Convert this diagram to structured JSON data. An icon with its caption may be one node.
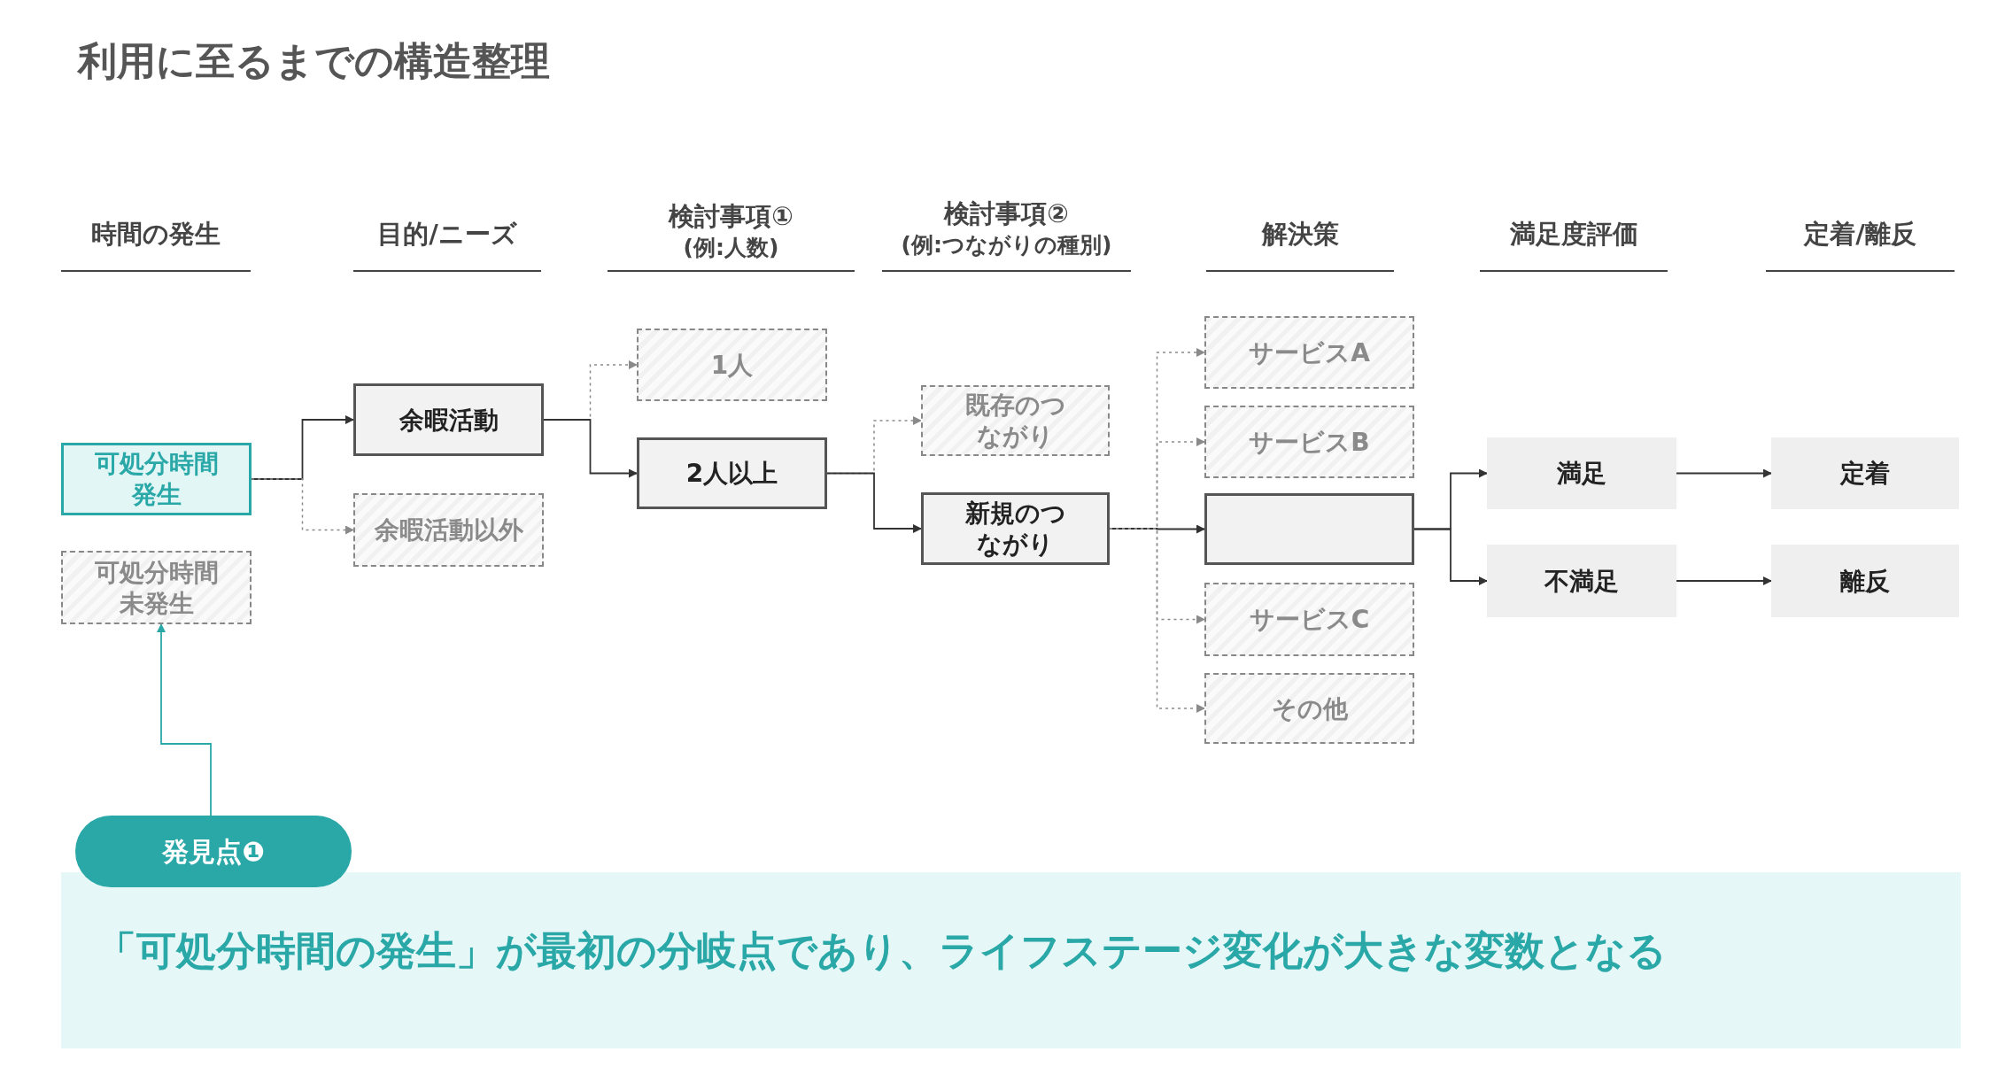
{
  "diagram": {
    "title": "利用に至るまでの構造整理",
    "nodes": [
      {
        "text": [
          "可処分時間発生"
        ]
      },
      {
        "text": [
          "可処分時間未発生"
        ]
      },
      {
        "text": [
          "余暇活動"
        ]
      },
      {
        "text": [
          "余暇活動以外"
        ]
      },
      {
        "text": [
          "1人"
        ]
      },
      {
        "text": [
          "2人以上"
        ]
      },
      {
        "text": [
          "既存のつながり"
        ]
      },
      {
        "text": [
          "新規のつながり"
        ]
      },
      {
        "text": [
          "サービスA"
        ]
      },
      {
        "text": [
          "サービスB"
        ]
      },
      {
        "text": [],
        "shape": "box"
      },
      {
        "text": [
          "サービスC"
        ]
      },
      {
        "text": [
          "その他"
        ]
      },
      {
        "text": [
          "満足"
        ]
      },
      {
        "text": [
          "不満足"
        ]
      },
      {
        "text": [
          "定着"
        ]
      },
      {
        "text": [
          "離反"
        ]
      },
      {
        "text": [
          "発見点❶"
        ]
      },
      {
        "text": [
          "「可処分時間の発生」が最初の分岐点であり、ライフステージ変化が大きな変数となる"
        ]
      }
    ],
    "edges": [
      {
        "from": 0,
        "to": 2,
        "arrow": "to"
      },
      {
        "from": 0,
        "to": 3,
        "arrow": "to",
        "style": "dashed"
      },
      {
        "from": 2,
        "to": 4,
        "arrow": "to",
        "style": "dashed"
      },
      {
        "from": 2,
        "to": 5,
        "arrow": "to"
      },
      {
        "from": 5,
        "to": 6,
        "arrow": "to",
        "style": "dashed"
      },
      {
        "from": 5,
        "to": 7,
        "arrow": "to"
      },
      {
        "from": 7,
        "to": 8,
        "arrow": "to",
        "style": "dashed"
      },
      {
        "from": 7,
        "to": 9,
        "arrow": "to",
        "style": "dashed"
      },
      {
        "from": 7,
        "to": 10,
        "arrow": "to"
      },
      {
        "from": 7,
        "to": 11,
        "arrow": "to",
        "style": "dashed"
      },
      {
        "from": 7,
        "to": 12,
        "arrow": "to",
        "style": "dashed"
      },
      {
        "from": 10,
        "to": 13,
        "arrow": "to"
      },
      {
        "from": 10,
        "to": 14,
        "arrow": "to"
      },
      {
        "from": 13,
        "to": 15,
        "arrow": "to"
      },
      {
        "from": 14,
        "to": 16,
        "arrow": "to"
      },
      {
        "from": 17,
        "to": 1,
        "arrow": "to",
        "color": "#2aa8a8"
      }
    ],
    "labels": [
      "時間の発生",
      "目的/ニーズ",
      "検討事項①",
      "(例:人数)",
      "検討事項②",
      "(例:つながりの種別)",
      "解決策",
      "満足度評価",
      "定着/離反"
    ]
  }
}
